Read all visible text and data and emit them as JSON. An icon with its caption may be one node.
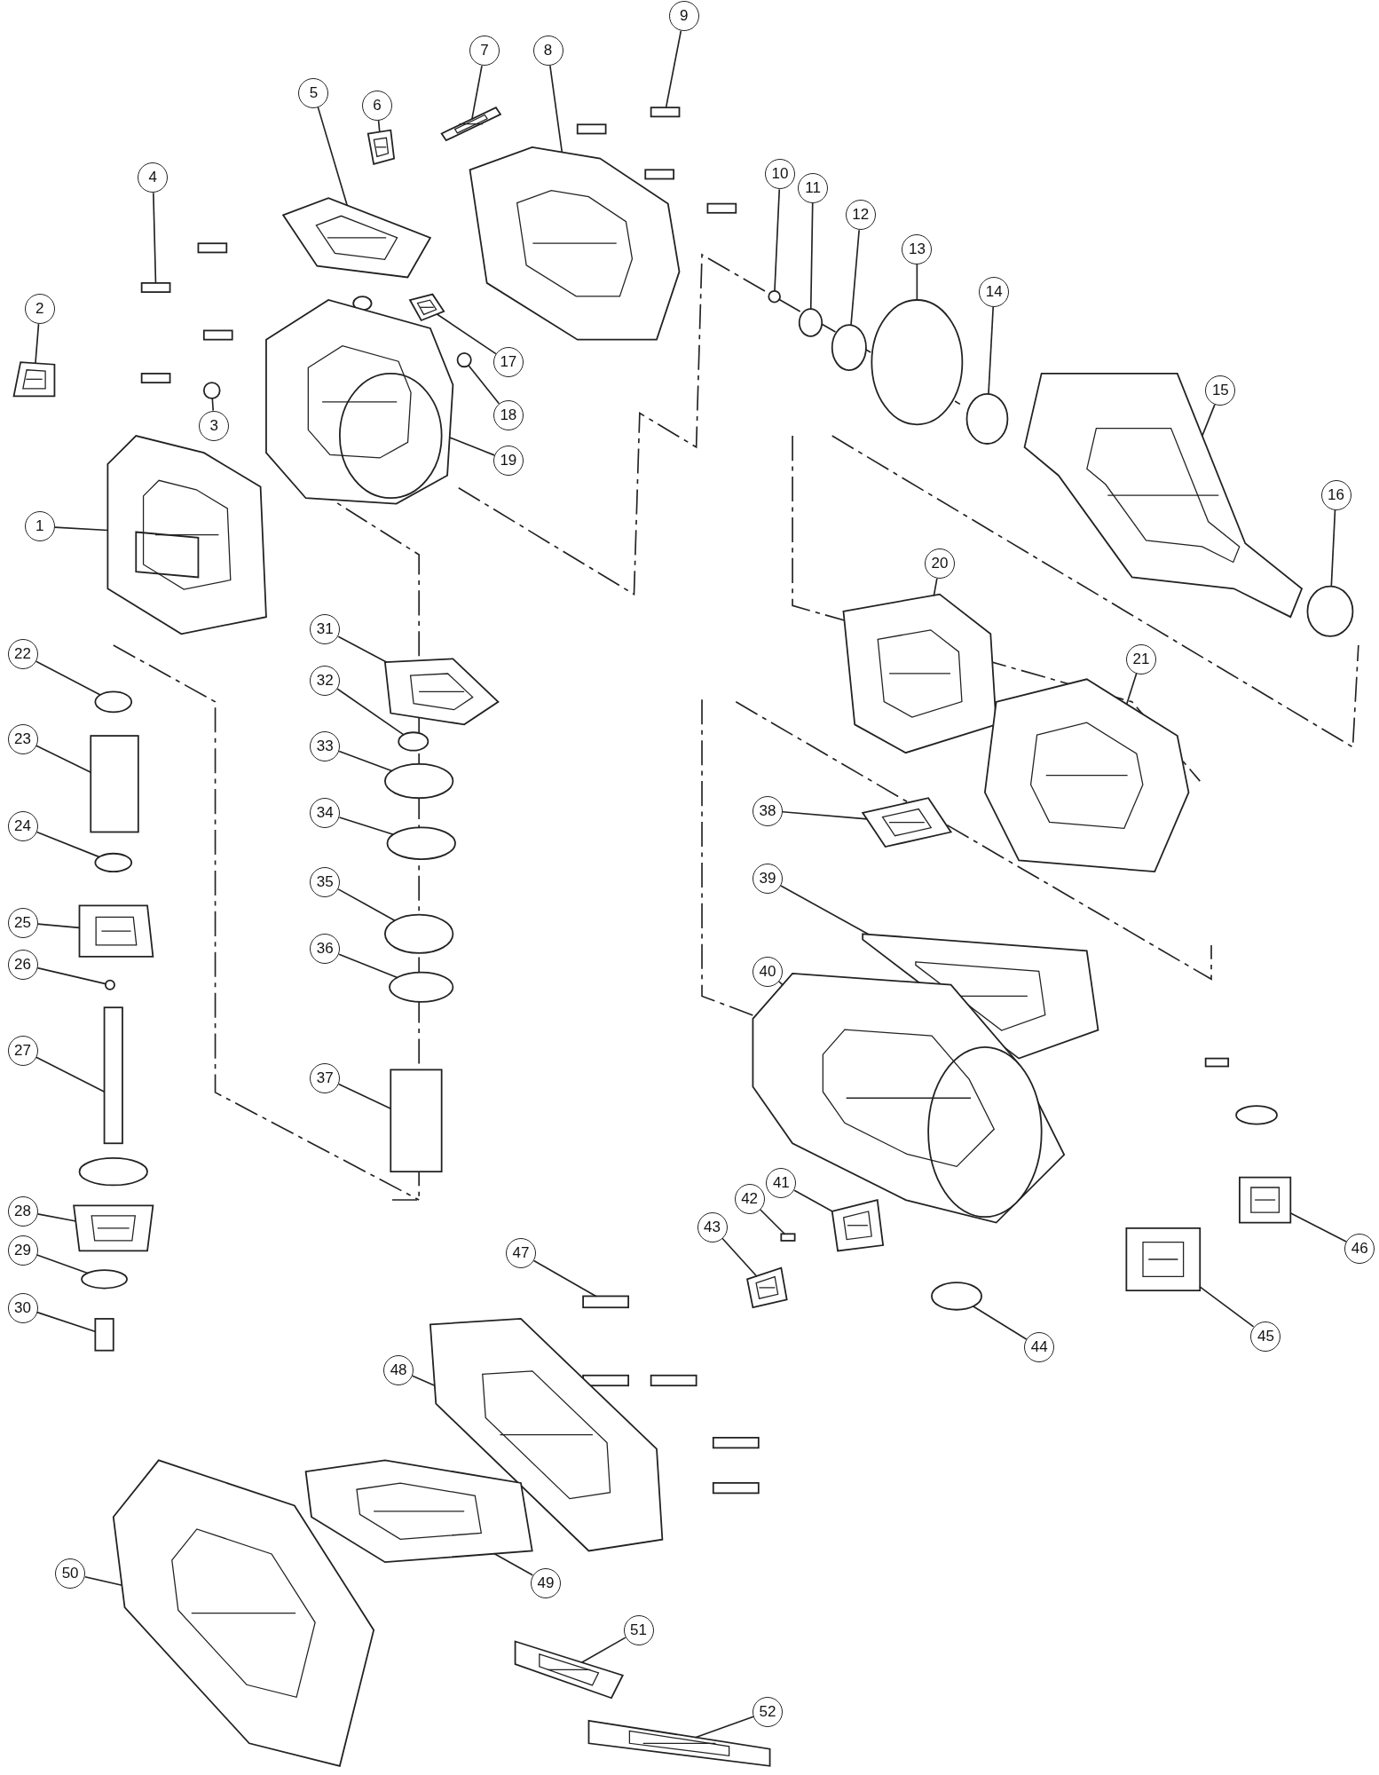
{
  "diagram": {
    "nodes": [
      {
        "text": [
          "1"
        ]
      },
      {
        "text": [
          "2"
        ]
      },
      {
        "text": [
          "3"
        ]
      },
      {
        "text": [
          "4"
        ]
      },
      {
        "text": [
          "5"
        ]
      },
      {
        "text": [
          "6"
        ]
      },
      {
        "text": [
          "7"
        ]
      },
      {
        "text": [
          "8"
        ]
      },
      {
        "text": [
          "9"
        ]
      },
      {
        "text": [
          "10"
        ]
      },
      {
        "text": [
          "11"
        ]
      },
      {
        "text": [
          "12"
        ]
      },
      {
        "text": [
          "13"
        ]
      },
      {
        "text": [
          "14"
        ]
      },
      {
        "text": [
          "15"
        ]
      },
      {
        "text": [
          "16"
        ]
      },
      {
        "text": [
          "17"
        ]
      },
      {
        "text": [
          "18"
        ]
      },
      {
        "text": [
          "19"
        ]
      },
      {
        "text": [
          "20"
        ]
      },
      {
        "text": [
          "21"
        ]
      },
      {
        "text": [
          "22"
        ]
      },
      {
        "text": [
          "23"
        ]
      },
      {
        "text": [
          "24"
        ]
      },
      {
        "text": [
          "25"
        ]
      },
      {
        "text": [
          "26"
        ]
      },
      {
        "text": [
          "27"
        ]
      },
      {
        "text": [
          "28"
        ]
      },
      {
        "text": [
          "29"
        ]
      },
      {
        "text": [
          "30"
        ]
      },
      {
        "text": [
          "31"
        ]
      },
      {
        "text": [
          "32"
        ]
      },
      {
        "text": [
          "33"
        ]
      },
      {
        "text": [
          "34"
        ]
      },
      {
        "text": [
          "35"
        ]
      },
      {
        "text": [
          "36"
        ]
      },
      {
        "text": [
          "37"
        ]
      },
      {
        "text": [
          "38"
        ]
      },
      {
        "text": [
          "39"
        ]
      },
      {
        "text": [
          "40"
        ]
      },
      {
        "text": [
          "41"
        ]
      },
      {
        "text": [
          "42"
        ]
      },
      {
        "text": [
          "43"
        ]
      },
      {
        "text": [
          "44"
        ]
      },
      {
        "text": [
          "45"
        ]
      },
      {
        "text": [
          "46"
        ]
      },
      {
        "text": [
          "47"
        ]
      },
      {
        "text": [
          "48"
        ]
      },
      {
        "text": [
          "49"
        ]
      },
      {
        "text": [
          "50"
        ]
      },
      {
        "text": [
          "51"
        ]
      },
      {
        "text": [
          "52"
        ]
      },
      {
        "text": [],
        "shape": "picture"
      },
      {
        "text": [],
        "shape": "picture"
      },
      {
        "text": [],
        "shape": "circle"
      },
      {
        "text": [],
        "shape": "box"
      },
      {
        "text": [],
        "shape": "picture"
      },
      {
        "text": [],
        "shape": "picture"
      },
      {
        "text": [],
        "shape": "picture"
      },
      {
        "text": [],
        "shape": "picture"
      },
      {
        "text": [],
        "shape": "box"
      },
      {
        "text": [],
        "shape": "circle"
      },
      {
        "text": [],
        "shape": "circle"
      },
      {
        "text": [],
        "shape": "circle"
      },
      {
        "text": [],
        "shape": "circle"
      },
      {
        "text": [],
        "shape": "circle"
      },
      {
        "text": [],
        "shape": "picture"
      },
      {
        "text": [],
        "shape": "circle"
      },
      {
        "text": [],
        "shape": "picture"
      },
      {
        "text": [],
        "shape": "circle"
      },
      {
        "text": [],
        "shape": "picture"
      },
      {
        "text": [],
        "shape": "picture"
      },
      {
        "text": [],
        "shape": "picture"
      },
      {
        "text": [],
        "shape": "circle"
      },
      {
        "text": [],
        "shape": "box"
      },
      {
        "text": [],
        "shape": "circle"
      },
      {
        "text": [],
        "shape": "picture"
      },
      {
        "text": [],
        "shape": "circle"
      },
      {
        "text": [],
        "shape": "picture"
      },
      {
        "text": [],
        "shape": "picture"
      },
      {
        "text": [],
        "shape": "circle"
      },
      {
        "text": [],
        "shape": "box"
      },
      {
        "text": [],
        "shape": "picture"
      },
      {
        "text": [],
        "shape": "circle"
      },
      {
        "text": [],
        "shape": "circle"
      },
      {
        "text": [],
        "shape": "circle"
      },
      {
        "text": [],
        "shape": "circle"
      },
      {
        "text": [],
        "shape": "circle"
      },
      {
        "text": [],
        "shape": "box"
      },
      {
        "text": [],
        "shape": "picture"
      },
      {
        "text": [],
        "shape": "picture"
      },
      {
        "text": [],
        "shape": "picture"
      },
      {
        "text": [],
        "shape": "picture"
      },
      {
        "text": [],
        "shape": "box"
      },
      {
        "text": [],
        "shape": "picture"
      },
      {
        "text": [],
        "shape": "circle"
      },
      {
        "text": [],
        "shape": "picture"
      },
      {
        "text": [],
        "shape": "picture"
      },
      {
        "text": [],
        "shape": "box"
      },
      {
        "text": [],
        "shape": "picture"
      },
      {
        "text": [],
        "shape": "picture"
      },
      {
        "text": [],
        "shape": "picture"
      },
      {
        "text": [],
        "shape": "picture"
      },
      {
        "text": [],
        "shape": "picture"
      }
    ],
    "edges": [
      {
        "from": 0,
        "to": 52,
        "arrow": "none"
      },
      {
        "from": 1,
        "to": 53,
        "arrow": "none"
      },
      {
        "from": 2,
        "to": 54,
        "arrow": "none"
      },
      {
        "from": 3,
        "to": 55,
        "arrow": "none"
      },
      {
        "from": 4,
        "to": 56,
        "arrow": "none"
      },
      {
        "from": 5,
        "to": 57,
        "arrow": "none"
      },
      {
        "from": 6,
        "to": 58,
        "arrow": "none"
      },
      {
        "from": 7,
        "to": 59,
        "arrow": "none"
      },
      {
        "from": 8,
        "to": 60,
        "arrow": "none"
      },
      {
        "from": 9,
        "to": 61,
        "arrow": "none"
      },
      {
        "from": 10,
        "to": 62,
        "arrow": "none"
      },
      {
        "from": 11,
        "to": 63,
        "arrow": "none"
      },
      {
        "from": 12,
        "to": 64,
        "arrow": "none"
      },
      {
        "from": 13,
        "to": 65,
        "arrow": "none"
      },
      {
        "from": 14,
        "to": 66,
        "arrow": "none"
      },
      {
        "from": 15,
        "to": 67,
        "arrow": "none"
      },
      {
        "from": 16,
        "to": 68,
        "arrow": "none"
      },
      {
        "from": 17,
        "to": 69,
        "arrow": "none"
      },
      {
        "from": 18,
        "to": 70,
        "arrow": "none"
      },
      {
        "from": 19,
        "to": 71,
        "arrow": "none"
      },
      {
        "from": 20,
        "to": 72,
        "arrow": "none"
      },
      {
        "from": 21,
        "to": 73,
        "arrow": "none"
      },
      {
        "from": 22,
        "to": 74,
        "arrow": "none"
      },
      {
        "from": 23,
        "to": 75,
        "arrow": "none"
      },
      {
        "from": 24,
        "to": 76,
        "arrow": "none"
      },
      {
        "from": 25,
        "to": 77,
        "arrow": "none"
      },
      {
        "from": 26,
        "to": 78,
        "arrow": "none"
      },
      {
        "from": 27,
        "to": 79,
        "arrow": "none"
      },
      {
        "from": 28,
        "to": 80,
        "arrow": "none"
      },
      {
        "from": 29,
        "to": 81,
        "arrow": "none"
      },
      {
        "from": 30,
        "to": 82,
        "arrow": "none"
      },
      {
        "from": 31,
        "to": 83,
        "arrow": "none"
      },
      {
        "from": 32,
        "to": 84,
        "arrow": "none"
      },
      {
        "from": 33,
        "to": 85,
        "arrow": "none"
      },
      {
        "from": 34,
        "to": 86,
        "arrow": "none"
      },
      {
        "from": 35,
        "to": 87,
        "arrow": "none"
      },
      {
        "from": 36,
        "to": 88,
        "arrow": "none"
      },
      {
        "from": 37,
        "to": 89,
        "arrow": "none"
      },
      {
        "from": 38,
        "to": 90,
        "arrow": "none"
      },
      {
        "from": 39,
        "to": 91,
        "arrow": "none"
      },
      {
        "from": 40,
        "to": 92,
        "arrow": "none"
      },
      {
        "from": 41,
        "to": 93,
        "arrow": "none"
      },
      {
        "from": 42,
        "to": 94,
        "arrow": "none"
      },
      {
        "from": 43,
        "to": 95,
        "arrow": "none"
      },
      {
        "from": 44,
        "to": 96,
        "arrow": "none"
      },
      {
        "from": 45,
        "to": 97,
        "arrow": "none"
      },
      {
        "from": 46,
        "to": 98,
        "arrow": "none"
      },
      {
        "from": 47,
        "to": 99,
        "arrow": "none"
      },
      {
        "from": 48,
        "to": 100,
        "arrow": "none"
      },
      {
        "from": 49,
        "to": 101,
        "arrow": "none"
      },
      {
        "from": 50,
        "to": 102,
        "arrow": "none"
      },
      {
        "from": 51,
        "to": 103,
        "arrow": "none"
      }
    ]
  }
}
